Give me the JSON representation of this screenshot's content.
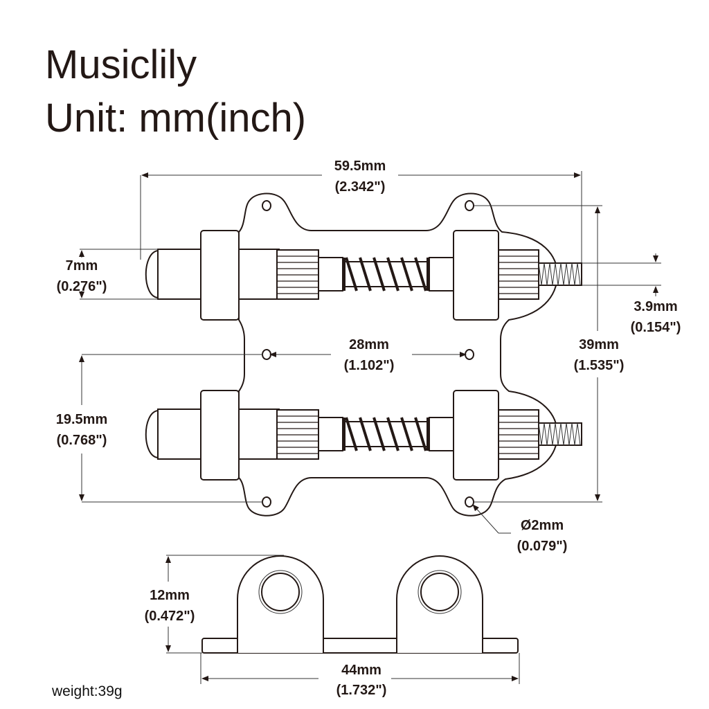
{
  "header": {
    "brand": "Musiclily",
    "unit": "Unit: mm(inch)"
  },
  "dimensions": {
    "length": {
      "mm": "59.5mm",
      "inch": "(2.342\")"
    },
    "cap": {
      "mm": "7mm",
      "inch": "(0.276\")"
    },
    "thread": {
      "mm": "3.9mm",
      "inch": "(0.154\")"
    },
    "hole_spacing_x": {
      "mm": "28mm",
      "inch": "(1.102\")"
    },
    "hole_spacing_y": {
      "mm": "39mm",
      "inch": "(1.535\")"
    },
    "offset": {
      "mm": "19.5mm",
      "inch": "(0.768\")"
    },
    "hole_diameter": {
      "mm": "Ø2mm",
      "inch": "(0.079\")"
    },
    "height": {
      "mm": "12mm",
      "inch": "(0.472\")"
    },
    "width": {
      "mm": "44mm",
      "inch": "(1.732\")"
    }
  },
  "weight": "weight:39g",
  "colors": {
    "ink": "#231815",
    "background": "#ffffff"
  }
}
